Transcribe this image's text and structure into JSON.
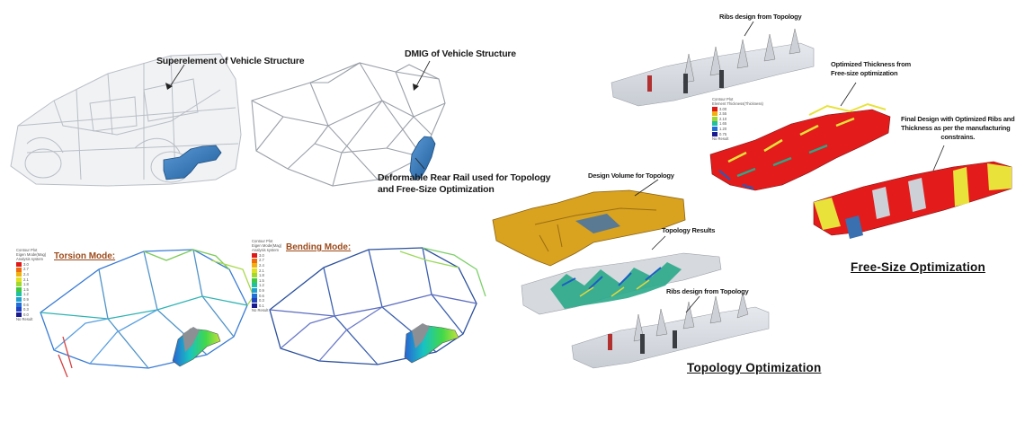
{
  "panels": {
    "superelement": {
      "label": "Superelement of Vehicle Structure"
    },
    "dmig": {
      "label": "DMIG of Vehicle Structure"
    },
    "rear_rail": {
      "label_line1": "Deformable Rear Rail used for Topology",
      "label_line2": "and Free-Size Optimization"
    },
    "torsion": {
      "mode_label": "Torsion Mode:"
    },
    "bending": {
      "mode_label": "Bending Mode:"
    }
  },
  "torsion_legend": {
    "header": [
      "Contour Plot",
      "Eigen Mode(Mag)",
      "Analysis system"
    ],
    "values": [
      "3.0",
      "2.7",
      "2.4",
      "2.1",
      "1.8",
      "1.5",
      "1.2",
      "0.9",
      "0.6",
      "0.3",
      "0.0"
    ],
    "footer": "No Result"
  },
  "bending_legend": {
    "header": [
      "Contour Plot",
      "Eigen Mode(Mag)",
      "Analysis system"
    ],
    "values": [
      "3.0",
      "2.7",
      "2.4",
      "2.1",
      "1.8",
      "1.5",
      "1.2",
      "0.9",
      "0.6",
      "0.3",
      "0.1"
    ],
    "footer": "No Result"
  },
  "thickness_legend": {
    "header": [
      "Contour Plot",
      "Element Thickness(Thickness)"
    ],
    "values": [
      "3.00",
      "2.55",
      "2.10",
      "1.65",
      "1.20",
      "0.75"
    ],
    "footer": "No Result"
  },
  "topology": {
    "design_volume_label": "Design Volume for Topology",
    "results_label": "Topology Results",
    "ribs_label": "Ribs design from Topology",
    "section_title": "Topology  Optimization"
  },
  "free_size": {
    "ribs_label": "Ribs design from Topology",
    "thickness_label_line1": "Optimized Thickness from",
    "thickness_label_line2": "Free-size optimization",
    "final_line1": "Final Design with Optimized Ribs and",
    "final_line2": "Thickness as per the  manufacturing",
    "final_line3": "constrains.",
    "section_title": "Free-Size Optimization"
  },
  "colors": {
    "rail_blue": "#2f74b8",
    "design_orange": "#d9a21f",
    "opt_red": "#e31b1b",
    "opt_yellow": "#e8e23a",
    "mesh_teal": "#2aa88a",
    "title_brown": "#9c4a1a"
  }
}
